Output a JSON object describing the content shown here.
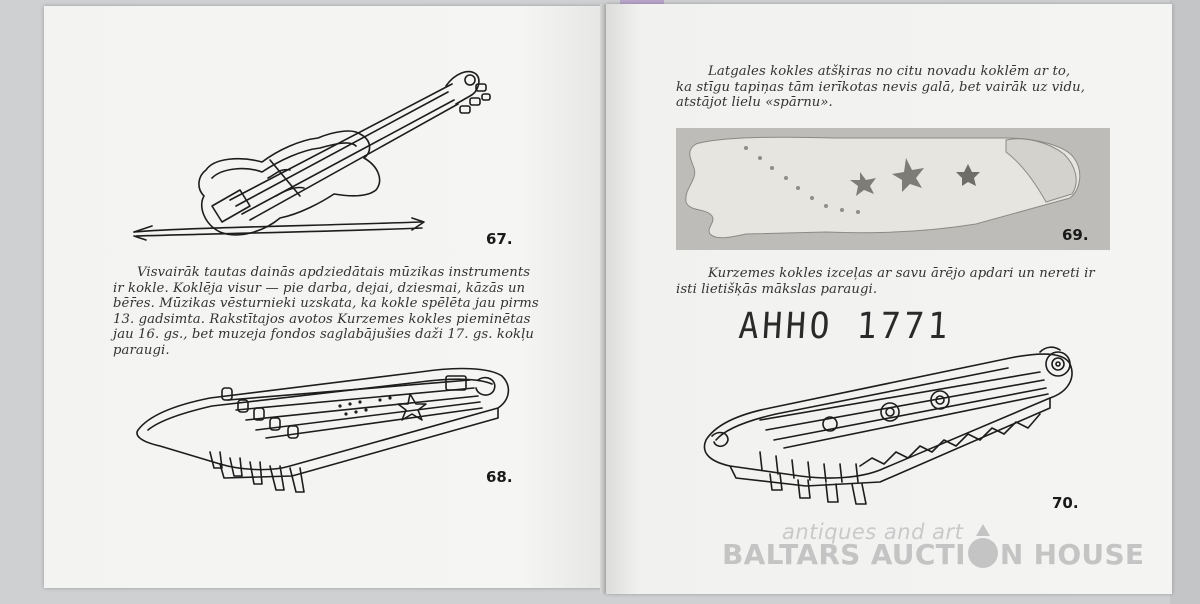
{
  "left_page": {
    "fig67_number": "67.",
    "caption_lines": [
      "Visvairāk tautas dainās apdziedātais mūzikas instruments",
      "ir kokle. Koklēja visur — pie darba, dejai, dziesmai, kāzās un",
      "bēr̄es. Mūzikas vēsturnieki uzskata, ka kokle spēlēta jau pirms",
      "13. gadsimta. Rakstītajos avotos Kurzemes kokles pieminētas",
      "jau 16. gs., bet muzeja fondos saglabājušies daži 17. gs. kokļu",
      "paraugi."
    ],
    "fig68_number": "68."
  },
  "right_page": {
    "caption_top_lines": [
      "Latgales kokles atšķiras no citu novadu koklēm ar to,",
      "ka stīgu tapiņas tām ierīkotas nevis galā, bet vairāk uz vidu,",
      "atstājot lielu «spārnu»."
    ],
    "fig69_number": "69.",
    "caption_mid_lines": [
      "Kurzemes kokles izceļas ar savu ārējo apdari un nereti ir",
      "isti lietišķās mākslas paraugi."
    ],
    "inscription": "АННО 1771",
    "fig70_number": "70."
  },
  "watermark": {
    "line1": "antiques and art",
    "line2_part1": "BALTARS AUCTI",
    "line2_part2": "N HOUSE",
    "logo_icon": "crown-coin-icon",
    "color": "#c4c4c4"
  }
}
